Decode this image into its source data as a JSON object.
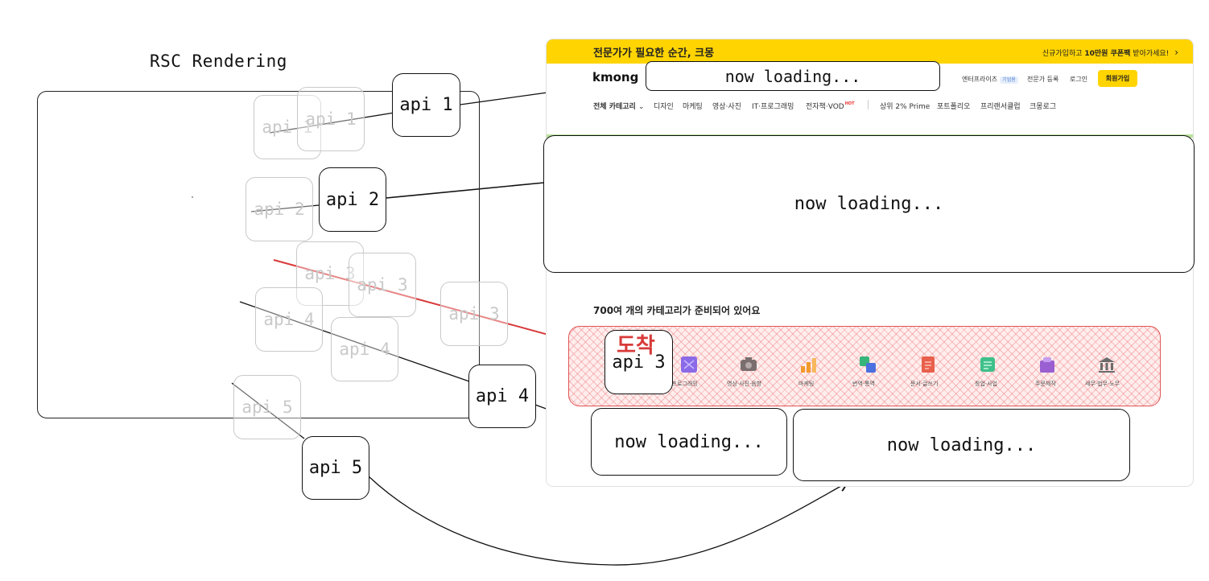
{
  "diagram": {
    "title": "RSC Rendering",
    "api_labels": {
      "api1": "api 1",
      "api2": "api 2",
      "api3": "api 3",
      "api4": "api 4",
      "api5": "api 5"
    },
    "ghost_labels": {
      "api1a": "api 1",
      "api1b": "api 1",
      "api2": "api 2",
      "api3a": "api 3",
      "api3b": "api 3",
      "api3c": "api 3",
      "api4a": "api 4",
      "api4b": "api 4",
      "api5": "api 5"
    },
    "loading_text": "now loading...",
    "arrival_label": "도착",
    "colors": {
      "ink": "#111111",
      "ghost": "#c9c9c9",
      "red": "#d83a3a",
      "brand_yellow": "#FFD400"
    }
  },
  "screenshot": {
    "promo_banner": "전문가가 필요한 순간, 크몽",
    "coupon_prefix": "신규가입하고 ",
    "coupon_bold": "10만원 쿠폰팩",
    "coupon_suffix": " 받아가세요!",
    "coupon_arrow": "›",
    "logo": "kmong",
    "header_links": {
      "enterprise": "엔터프라이즈",
      "enterprise_badge": "기업용",
      "expert_register": "전문가 등록",
      "login": "로그인",
      "signup": "회원가입"
    },
    "nav": {
      "all_categories": "전체 카테고리",
      "chevron": "⌄",
      "design": "디자인",
      "marketing": "마케팅",
      "video_photo": "영상·사진",
      "it_programming": "IT·프로그래밍",
      "ebook_vod": "전자책·VOD",
      "hot": "HOT",
      "prime": "상위 2% Prime",
      "portfolio": "포트폴리오",
      "freelancer_club": "프리랜서클럽",
      "kmong_log": "크몽로그"
    },
    "category_heading": "700여 개의 카테고리가 준비되어 있어요",
    "categories": [
      {
        "label": "IT·프로그래밍",
        "color": "#8b6ae8",
        "icon": "code-icon"
      },
      {
        "label": "영상·사진·음향",
        "color": "#7a6e6e",
        "icon": "camera-icon"
      },
      {
        "label": "마케팅",
        "color": "#f29b2b",
        "icon": "chart-icon"
      },
      {
        "label": "번역·통역",
        "color": "#35b57a",
        "icon": "translate-icon"
      },
      {
        "label": "문서·글쓰기",
        "color": "#e8604c",
        "icon": "document-icon"
      },
      {
        "label": "창업·사업",
        "color": "#3ec08a",
        "icon": "business-icon"
      },
      {
        "label": "주문제작",
        "color": "#9a5fd0",
        "icon": "gift-icon"
      },
      {
        "label": "세무·법무·노무",
        "color": "#6b6b6b",
        "icon": "bank-icon"
      }
    ],
    "category_partial_label": "T·프로그래밍"
  }
}
